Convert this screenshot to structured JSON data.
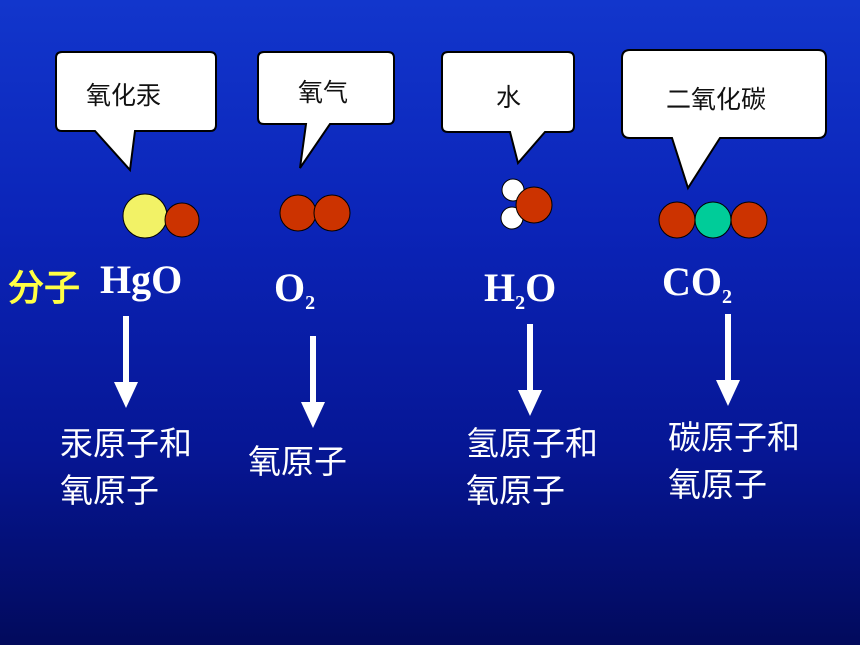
{
  "molecule_label": "分子",
  "columns": [
    {
      "bubble": "氧化汞",
      "formula_main": "HgO",
      "formula_tail": "",
      "formula_sub": "",
      "desc_line1": "汞原子和",
      "desc_line2": "氧原子"
    },
    {
      "bubble": "氧气",
      "formula_main": "O",
      "formula_tail": "",
      "formula_sub": "2",
      "desc_line1": "氧原子",
      "desc_line2": ""
    },
    {
      "bubble": "水",
      "formula_main": "H",
      "formula_tail": "O",
      "formula_sub": "2",
      "desc_line1": "氢原子和",
      "desc_line2": "氧原子"
    },
    {
      "bubble": "二氧化碳",
      "formula_main": "CO",
      "formula_tail": "",
      "formula_sub": "2",
      "desc_line1": "碳原子和",
      "desc_line2": "氧原子"
    }
  ],
  "colors": {
    "background": "#0b24b8",
    "mercury_atom": "#f2f266",
    "oxygen_atom": "#cc3300",
    "hydrogen_atom": "#ffffff",
    "carbon_atom": "#00cc99",
    "label_yellow": "#ffff44"
  }
}
